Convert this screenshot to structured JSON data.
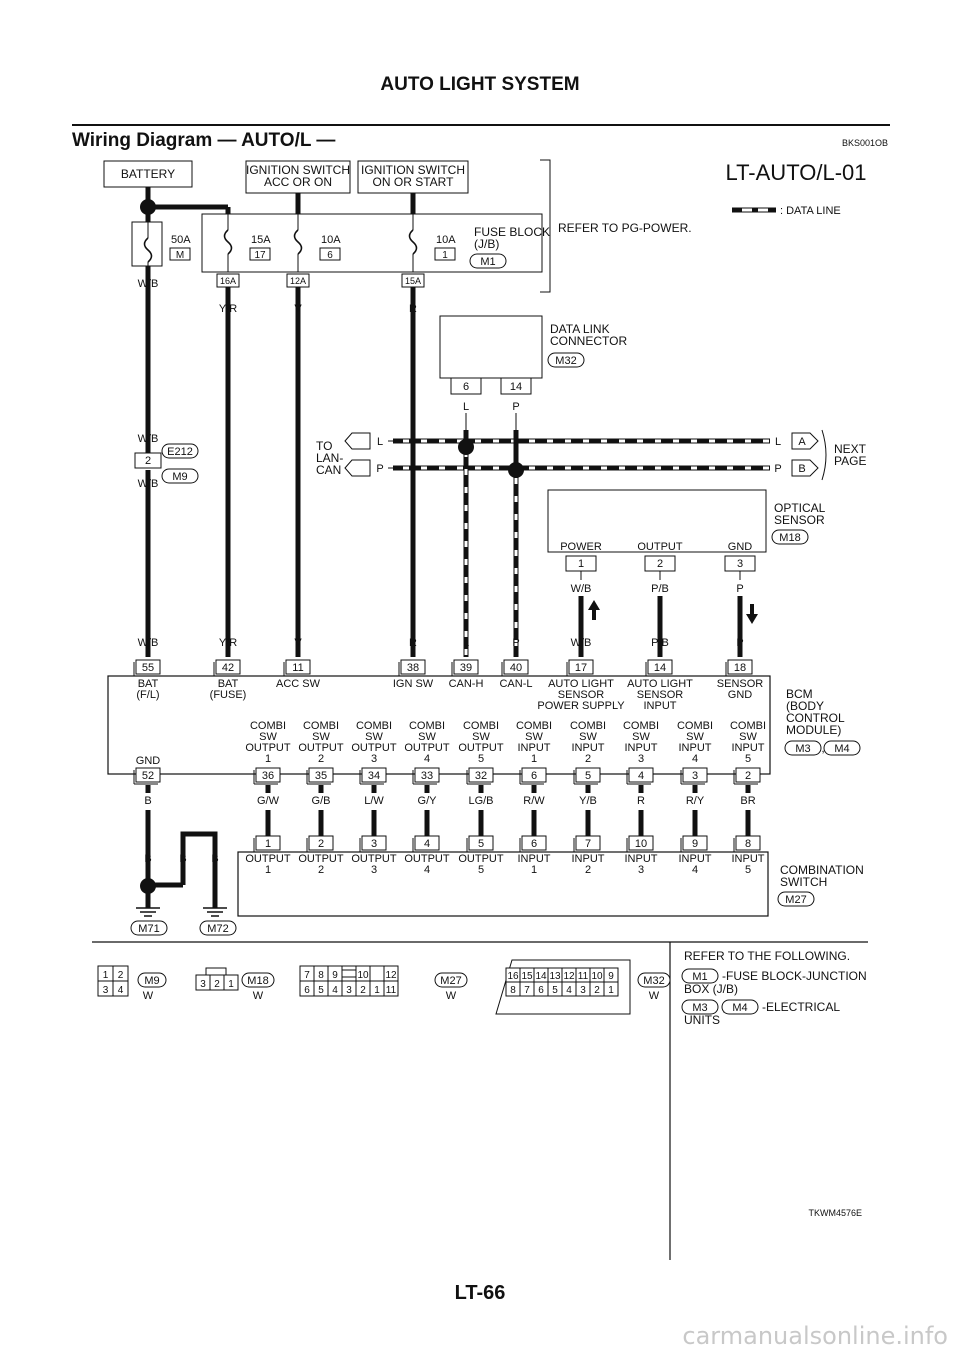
{
  "header": {
    "title": "AUTO LIGHT SYSTEM"
  },
  "section": {
    "title": "Wiring Diagram — AUTO/L —",
    "code": "BKS001OB"
  },
  "diagram_id": "LT-AUTO/L-01",
  "data_line_legend": ": DATA LINE",
  "power_sources": {
    "battery": "BATTERY",
    "ign_acc_on": [
      "IGNITION SWITCH",
      "ACC OR ON"
    ],
    "ign_on_start": [
      "IGNITION SWITCH",
      "ON OR START"
    ],
    "refer": "REFER TO PG-POWER."
  },
  "fuses": [
    {
      "amp": "50A",
      "no": "M",
      "term": "",
      "wire": "W/B"
    },
    {
      "amp": "15A",
      "no": "17",
      "term": "16A",
      "wire": "Y/R"
    },
    {
      "amp": "10A",
      "no": "6",
      "term": "12A",
      "wire": "V"
    },
    {
      "amp": "10A",
      "no": "1",
      "term": "15A",
      "wire": "R"
    }
  ],
  "fuse_block": {
    "label": "FUSE BLOCK",
    "sub": "(J/B)",
    "conn": "M1"
  },
  "dlc": {
    "label": [
      "DATA LINK",
      "CONNECTOR"
    ],
    "conn": "M32",
    "pins": [
      "6",
      "14"
    ],
    "wires": [
      "L",
      "P"
    ]
  },
  "joint": {
    "top_wire": "W/B",
    "pin": "2",
    "bottom_wire": "W/B",
    "conn1": "E212",
    "conn2": "M9"
  },
  "lan": {
    "left": [
      "TO",
      "LAN-",
      "CAN"
    ],
    "right": [
      "NEXT",
      "PAGE"
    ],
    "lines": [
      "L",
      "P"
    ],
    "refs": [
      "A",
      "B"
    ]
  },
  "optical_sensor": {
    "label": [
      "OPTICAL",
      "SENSOR"
    ],
    "conn": "M18",
    "pins": [
      {
        "name": "POWER",
        "no": "1",
        "wire": "W/B"
      },
      {
        "name": "OUTPUT",
        "no": "2",
        "wire": "P/B"
      },
      {
        "name": "GND",
        "no": "3",
        "wire": "P"
      }
    ]
  },
  "bcm": {
    "label": [
      "BCM",
      "(BODY",
      "CONTROL",
      "MODULE)"
    ],
    "conns": [
      "M3",
      "M4"
    ],
    "gnd_label": "GND",
    "top_pins": [
      {
        "no": "55",
        "wire": "W/B",
        "label": [
          "BAT",
          "(F/L)"
        ]
      },
      {
        "no": "42",
        "wire": "Y/R",
        "label": [
          "BAT",
          "(FUSE)"
        ]
      },
      {
        "no": "11",
        "wire": "V",
        "label": [
          "ACC SW"
        ]
      },
      {
        "no": "38",
        "wire": "R",
        "label": [
          "IGN SW"
        ]
      },
      {
        "no": "39",
        "wire": "L",
        "label": [
          "CAN-H"
        ]
      },
      {
        "no": "40",
        "wire": "P",
        "label": [
          "CAN-L"
        ]
      },
      {
        "no": "17",
        "wire": "W/B",
        "label": [
          "AUTO LIGHT",
          "SENSOR",
          "POWER SUPPLY"
        ]
      },
      {
        "no": "14",
        "wire": "P/B",
        "label": [
          "AUTO LIGHT",
          "SENSOR",
          "INPUT"
        ]
      },
      {
        "no": "18",
        "wire": "P",
        "label": [
          "SENSOR",
          "GND"
        ]
      }
    ],
    "bottom_pins": [
      {
        "no": "52",
        "wire": "B",
        "label": []
      },
      {
        "no": "36",
        "wire": "G/W",
        "label": [
          "COMBI",
          "SW",
          "OUTPUT",
          "1"
        ]
      },
      {
        "no": "35",
        "wire": "G/B",
        "label": [
          "COMBI",
          "SW",
          "OUTPUT",
          "2"
        ]
      },
      {
        "no": "34",
        "wire": "L/W",
        "label": [
          "COMBI",
          "SW",
          "OUTPUT",
          "3"
        ]
      },
      {
        "no": "33",
        "wire": "G/Y",
        "label": [
          "COMBI",
          "SW",
          "OUTPUT",
          "4"
        ]
      },
      {
        "no": "32",
        "wire": "LG/B",
        "label": [
          "COMBI",
          "SW",
          "OUTPUT",
          "5"
        ]
      },
      {
        "no": "6",
        "wire": "R/W",
        "label": [
          "COMBI",
          "SW",
          "INPUT",
          "1"
        ]
      },
      {
        "no": "5",
        "wire": "Y/B",
        "label": [
          "COMBI",
          "SW",
          "INPUT",
          "2"
        ]
      },
      {
        "no": "4",
        "wire": "R",
        "label": [
          "COMBI",
          "SW",
          "INPUT",
          "3"
        ]
      },
      {
        "no": "3",
        "wire": "R/Y",
        "label": [
          "COMBI",
          "SW",
          "INPUT",
          "4"
        ]
      },
      {
        "no": "2",
        "wire": "BR",
        "label": [
          "COMBI",
          "SW",
          "INPUT",
          "5"
        ]
      }
    ]
  },
  "combination_switch": {
    "label": [
      "COMBINATION",
      "SWITCH"
    ],
    "conn": "M27",
    "pins": [
      {
        "no": "1",
        "label": [
          "OUTPUT",
          "1"
        ]
      },
      {
        "no": "2",
        "label": [
          "OUTPUT",
          "2"
        ]
      },
      {
        "no": "3",
        "label": [
          "OUTPUT",
          "3"
        ]
      },
      {
        "no": "4",
        "label": [
          "OUTPUT",
          "4"
        ]
      },
      {
        "no": "5",
        "label": [
          "OUTPUT",
          "5"
        ]
      },
      {
        "no": "6",
        "label": [
          "INPUT",
          "1"
        ]
      },
      {
        "no": "7",
        "label": [
          "INPUT",
          "2"
        ]
      },
      {
        "no": "10",
        "label": [
          "INPUT",
          "3"
        ]
      },
      {
        "no": "9",
        "label": [
          "INPUT",
          "4"
        ]
      },
      {
        "no": "8",
        "label": [
          "INPUT",
          "5"
        ]
      }
    ]
  },
  "grounds": {
    "wires": [
      "B",
      "B",
      "B"
    ],
    "conns": [
      "M71",
      "M72"
    ]
  },
  "connector_views": [
    {
      "conn": "M9",
      "color": "W",
      "pins": [
        "1",
        "2",
        "3",
        "4"
      ]
    },
    {
      "conn": "M18",
      "color": "W",
      "pins": [
        "3",
        "2",
        "1"
      ]
    },
    {
      "conn": "M27",
      "color": "W",
      "pins": [
        "7",
        "8",
        "9",
        "10",
        "12",
        "6",
        "5",
        "4",
        "3",
        "2",
        "1",
        "11"
      ]
    },
    {
      "conn": "M32",
      "color": "W",
      "pins": [
        "16",
        "15",
        "14",
        "13",
        "12",
        "11",
        "10",
        "9",
        "8",
        "7",
        "6",
        "5",
        "4",
        "3",
        "2",
        "1"
      ]
    }
  ],
  "refer_following": {
    "title": "REFER TO THE FOLLOWING.",
    "m1_conn": "M1",
    "m1_text": [
      "-FUSE BLOCK-JUNCTION",
      "BOX (J/B)"
    ],
    "m3_conn": "M3",
    "m4_conn": "M4",
    "m34_text": [
      "-ELECTRICAL",
      "UNITS"
    ],
    "comma": ","
  },
  "figure_code": "TKWM4576E",
  "footer": {
    "page": "LT-66",
    "watermark": "carmanualsonline.info"
  }
}
